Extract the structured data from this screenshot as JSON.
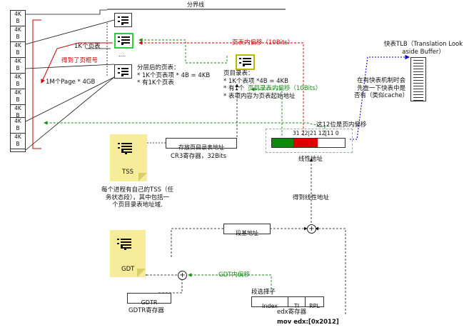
{
  "top_label": "分界线",
  "memory": {
    "cell_top": "4K",
    "cell_bottom": "B",
    "cell_count_upper": 9,
    "cell_count_lower": 2
  },
  "page_table_label": "1K个页表",
  "got_page_frame": "得到了页框号",
  "page_table_dots": "....",
  "split_page_table": [
    "分层后的页表：",
    "* 1K个页表项 * 4B = 4KB",
    "* 有1K个页表"
  ],
  "page_1m_label": "1M个Page * 4GB",
  "page_offset_label": "页表内偏移（10Bits）",
  "page_dir_title": "页目录表：",
  "page_dir_lines": [
    "* 1K个表项 *4B = 4KB",
    "* 有1个",
    "* 表项内容为页表起始地址"
  ],
  "page_dir_offset_label": "页目录表内偏移（10Bits）",
  "tlb": {
    "title": [
      "快表TLB（Translation Look",
      "aside Buffer）"
    ],
    "note": [
      "在有快表机制时会",
      "先查一下快表中是",
      "否有（类似cache）"
    ]
  },
  "offset12_label": "这12位是页内偏移",
  "bit_labels": "31  22|21  12|11  0",
  "linear_addr_label": "线性地址",
  "get_linear_label": "得到线性地址",
  "cr3": {
    "box_label": "存放页目录表地址",
    "desc": "CR3寄存器，32Bits"
  },
  "tss": {
    "label": "TSS",
    "desc": [
      "每个进程有自己的TSS（任",
      "务状态段），其中包括一",
      "个页目录表地址域."
    ]
  },
  "gdt": {
    "label": "GDT",
    "offset_label": "GDT内偏移"
  },
  "seg_base_label": "段基地址",
  "gdtr": {
    "box_label": "GDTR",
    "desc": "GDTR寄存器"
  },
  "selector": {
    "title": "段选择子",
    "fields": [
      "Index",
      "TI",
      "RPL"
    ],
    "desc": "edx寄存器"
  },
  "mov_instr": "mov edx:[0x2012]",
  "plus_sign": "+",
  "colors": {
    "red": "#d00000",
    "green": "#1a8a1a",
    "blue": "#0000c8",
    "note_yellow": "#f6ec9a",
    "addr_green": "#0a8a0a",
    "addr_red": "#e00000"
  }
}
